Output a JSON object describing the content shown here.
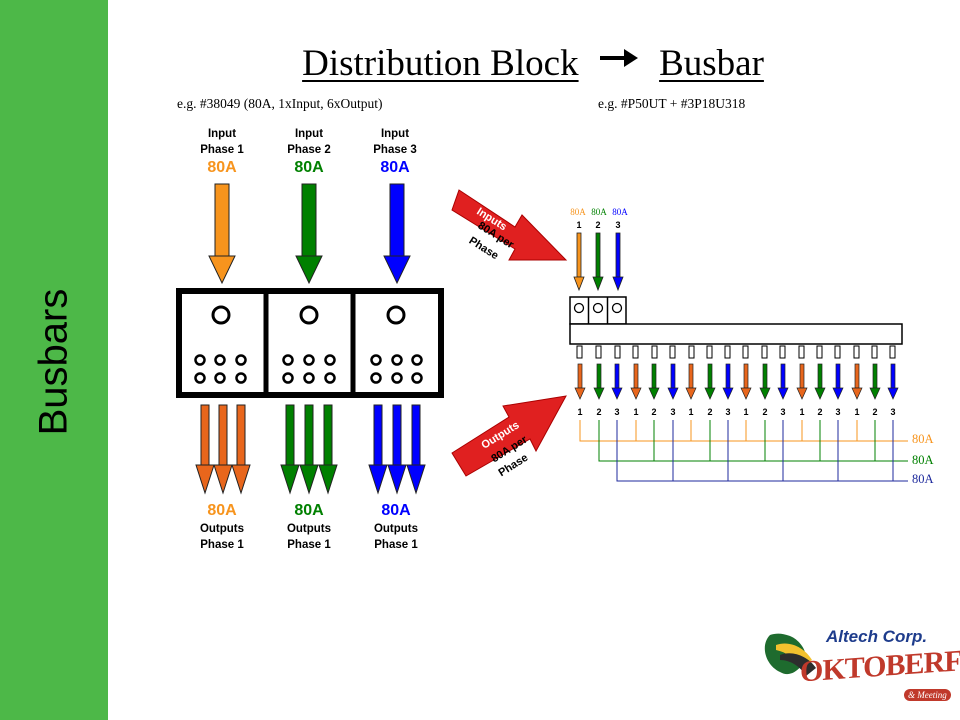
{
  "sidebar": {
    "label": "Busbars"
  },
  "title": {
    "left": "Distribution Block",
    "right": "Busbar"
  },
  "subtitle_left": "e.g.  #38049 (80A, 1xInput, 6xOutput)",
  "subtitle_right": "e.g.  #P50UT + #3P18U318",
  "colors": {
    "phase1": "#f7941d",
    "phase2": "#008000",
    "phase3": "#0000ff",
    "output1": "#e8661c",
    "callout": "#e02020",
    "sidebar": "#4db848"
  },
  "block": {
    "inputs": [
      {
        "line1": "Input",
        "line2": "Phase 1",
        "amps": "80A",
        "color": "#f7941d"
      },
      {
        "line1": "Input",
        "line2": "Phase 2",
        "amps": "80A",
        "color": "#008000"
      },
      {
        "line1": "Input",
        "line2": "Phase 3",
        "amps": "80A",
        "color": "#0000ff"
      }
    ],
    "outputs": [
      {
        "amps": "80A",
        "line1": "Outputs",
        "line2": "Phase 1",
        "color": "#f7941d"
      },
      {
        "amps": "80A",
        "line1": "Outputs",
        "line2": "Phase 1",
        "color": "#008000"
      },
      {
        "amps": "80A",
        "line1": "Outputs",
        "line2": "Phase 1",
        "color": "#0000ff"
      }
    ]
  },
  "busbar": {
    "input_amps": [
      "80A",
      "80A",
      "80A"
    ],
    "input_numbers": [
      "1",
      "2",
      "3"
    ],
    "output_numbers": [
      "1",
      "2",
      "3",
      "1",
      "2",
      "3",
      "1",
      "2",
      "3",
      "1",
      "2",
      "3",
      "1",
      "2",
      "3",
      "1",
      "2",
      "3"
    ],
    "right_labels": [
      "80A",
      "80A",
      "80A"
    ]
  },
  "callouts": {
    "inputs": {
      "line1": "Inputs",
      "line2": "80A per",
      "line3": "Phase"
    },
    "outputs": {
      "line1": "Outputs",
      "line2": "80A per",
      "line3": "Phase"
    }
  },
  "logo": {
    "corp": "Altech Corp.",
    "fest": "OKTOBERFEST",
    "meeting": "& Meeting"
  }
}
